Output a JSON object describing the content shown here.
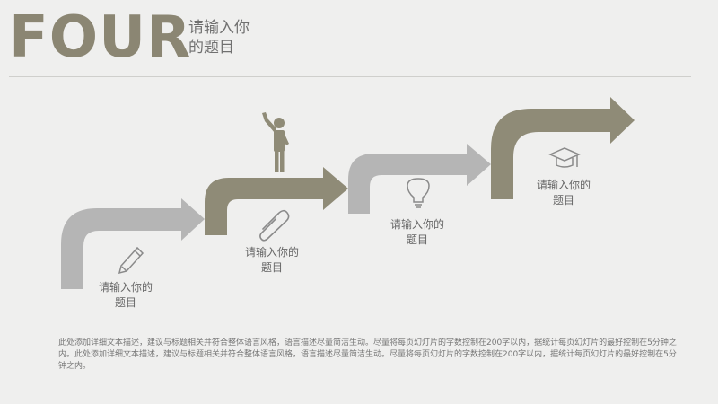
{
  "header": {
    "number_word": "FOUR",
    "subtitle_line1": "请输入你",
    "subtitle_line2": "的题目"
  },
  "steps": [
    {
      "label_line1": "请输入你的",
      "label_line2": "题目",
      "icon": "pencil-icon",
      "color": "#b5b5b5"
    },
    {
      "label_line1": "请输入你的",
      "label_line2": "题目",
      "icon": "paperclip-icon",
      "color": "#8f8b77"
    },
    {
      "label_line1": "请输入你的",
      "label_line2": "题目",
      "icon": "lightbulb-icon",
      "color": "#b5b5b5"
    },
    {
      "label_line1": "请输入你的",
      "label_line2": "题目",
      "icon": "graduation-cap-icon",
      "color": "#8f8b77"
    }
  ],
  "figure_icon": "person-raising-hand-icon",
  "body": {
    "paragraph": "此处添加详细文本描述，建议与标题相关并符合整体语言风格，语言描述尽量简洁生动。尽量将每页幻灯片的字数控制在200字以内，据统计每页幻灯片的最好控制在5分钟之内。此处添加详细文本描述，建议与标题相关并符合整体语言风格，语言描述尽量简洁生动。尽量将每页幻灯片的字数控制在200字以内，据统计每页幻灯片的最好控制在5分钟之内。"
  }
}
